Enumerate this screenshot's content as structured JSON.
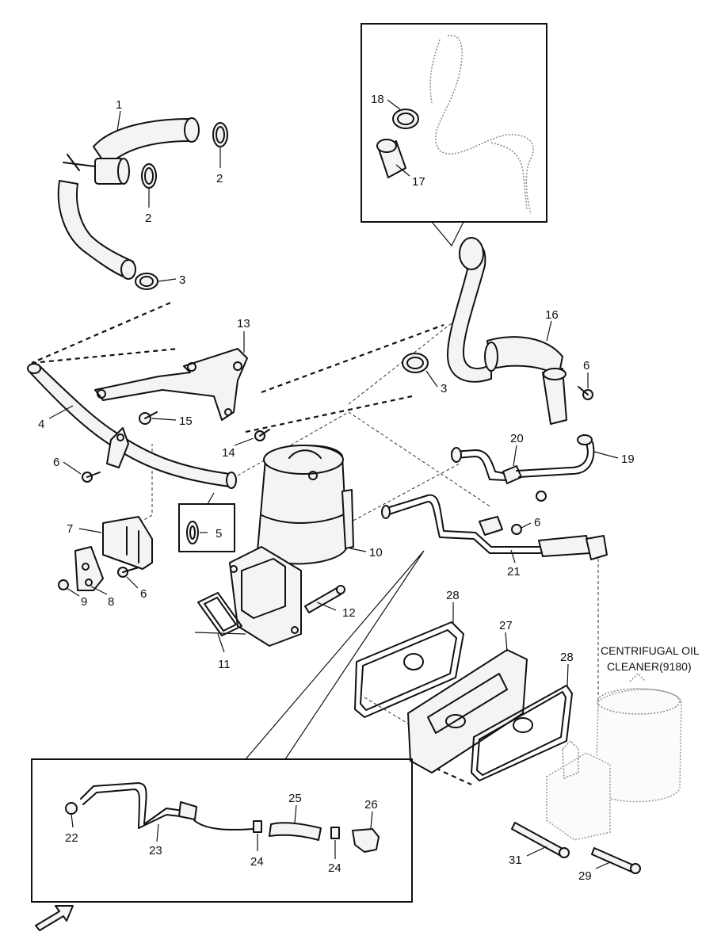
{
  "callouts": {
    "c1": "1",
    "c2a": "2",
    "c2b": "2",
    "c3a": "3",
    "c3b": "3",
    "c4": "4",
    "c5": "5",
    "c6a": "6",
    "c6b": "6",
    "c6c": "6",
    "c6d": "6",
    "c7": "7",
    "c8": "8",
    "c9": "9",
    "c10": "10",
    "c11": "11",
    "c12": "12",
    "c13": "13",
    "c14": "14",
    "c15": "15",
    "c16": "16",
    "c17": "17",
    "c18": "18",
    "c19": "19",
    "c20": "20",
    "c21": "21",
    "c22": "22",
    "c23": "23",
    "c24a": "24",
    "c24b": "24",
    "c25": "25",
    "c26": "26",
    "c27": "27",
    "c28a": "28",
    "c28b": "28",
    "c29": "29",
    "c31": "31"
  },
  "note": {
    "line1": "CENTRIFUGAL OIL",
    "line2": "CLEANER(9180)"
  }
}
